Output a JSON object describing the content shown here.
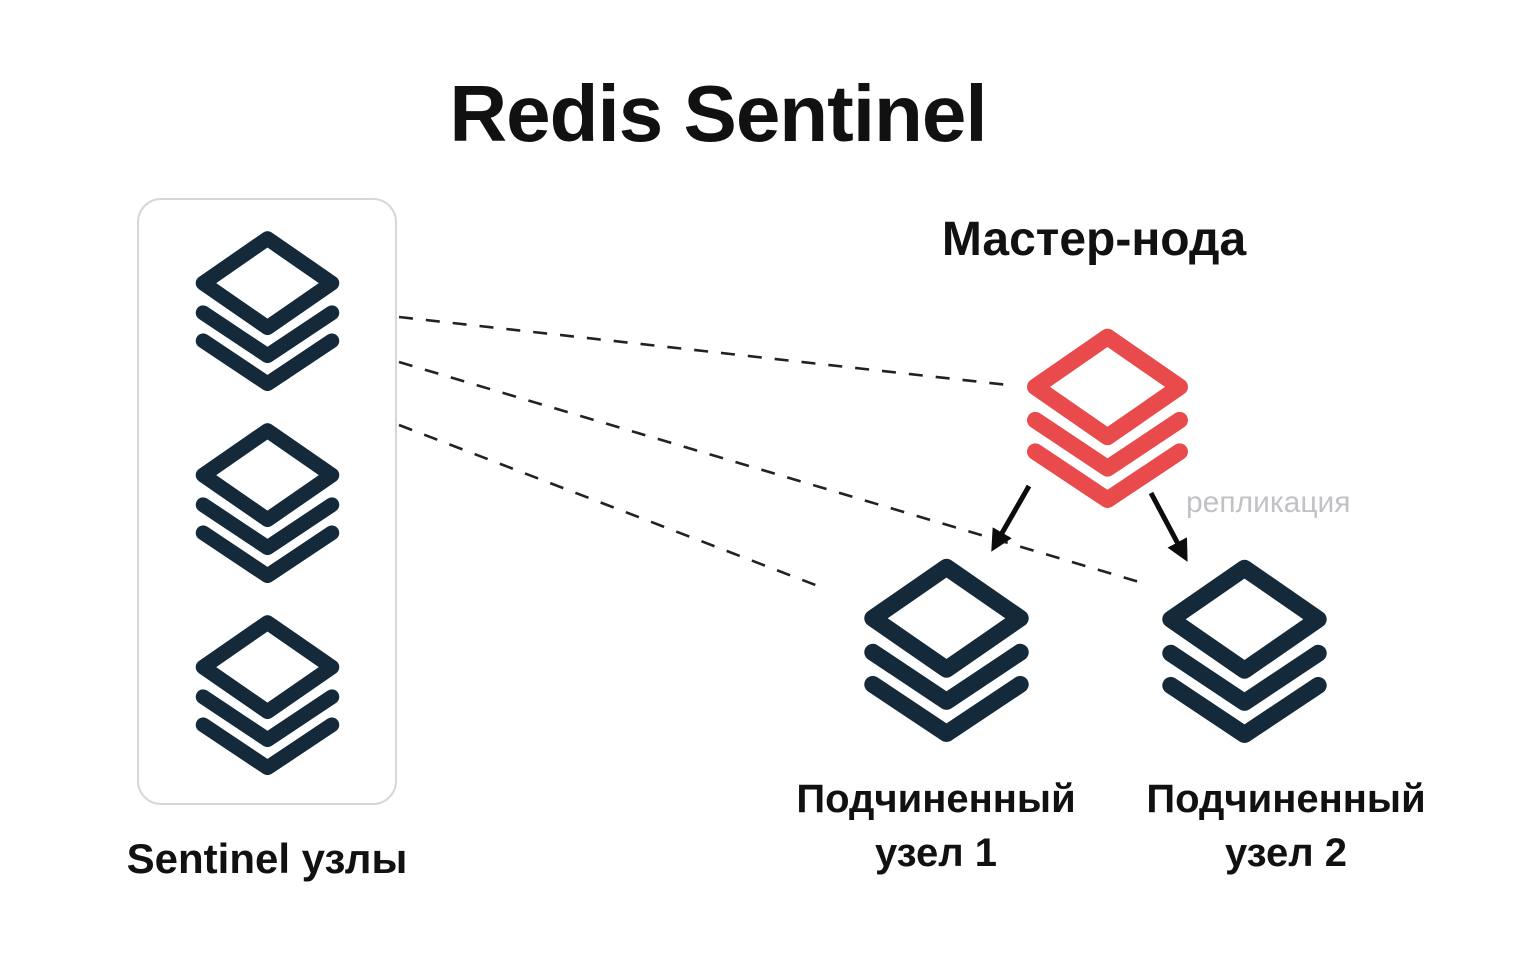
{
  "title": "Redis Sentinel",
  "sentinel_group": {
    "label": "Sentinel узлы",
    "node_count": 3
  },
  "master": {
    "label": "Мастер-нода",
    "replication_label": "репликация"
  },
  "slaves": [
    {
      "label": "Подчиненный\nузел 1"
    },
    {
      "label": "Подчиненный\nузел 2"
    }
  ],
  "connections": [
    {
      "from": "sentinel-group",
      "to": "master-node",
      "style": "dashed"
    },
    {
      "from": "sentinel-group",
      "to": "slave-node-1",
      "style": "dashed"
    },
    {
      "from": "sentinel-group",
      "to": "slave-node-2",
      "style": "dashed"
    },
    {
      "from": "master-node",
      "to": "slave-node-1",
      "style": "solid-arrow",
      "meaning": "репликация"
    },
    {
      "from": "master-node",
      "to": "slave-node-2",
      "style": "solid-arrow",
      "meaning": "репликация"
    }
  ],
  "icons": {
    "node_icon": "stack-icon"
  },
  "colors": {
    "node": "#14293A",
    "master_node": "#E94B4D",
    "line": "#222222",
    "arrow": "#0C0C0C",
    "replication_text": "#C0C2C5",
    "box_border": "#D7D7D9",
    "text": "#111111",
    "background": "#FFFFFF"
  }
}
